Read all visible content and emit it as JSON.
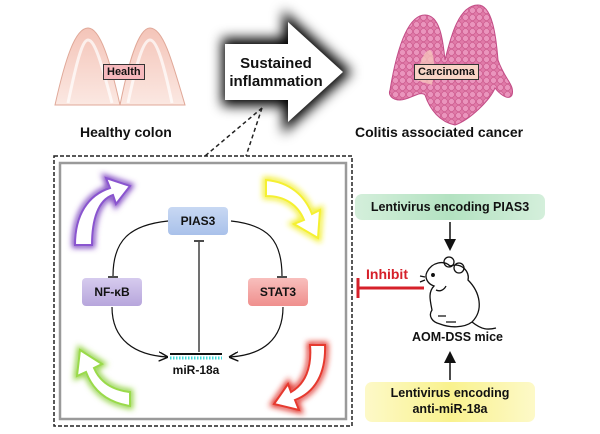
{
  "top": {
    "healthy": {
      "tag": "Health",
      "caption": "Healthy colon"
    },
    "arrow": {
      "line1": "Sustained",
      "line2": "inflammation"
    },
    "cancer": {
      "tag": "Carcinoma",
      "caption": "Colitis associated cancer"
    }
  },
  "loop": {
    "nodes": {
      "pias3": "PIAS3",
      "nfkb": "NF-κB",
      "stat3": "STAT3",
      "mir": "miR-18a"
    },
    "arrow_colors": {
      "top_left": "#7b3fc0",
      "top_right": "#f2ee1a",
      "bottom_left": "#90d23a",
      "bottom_right": "#e0281e"
    }
  },
  "experiment": {
    "box_top": "Lentivirus encoding PIAS3",
    "inhibit": "Inhibit",
    "mice_label": "AOM-DSS mice",
    "box_bottom_line1": "Lentivirus encoding",
    "box_bottom_line2": "anti-miR-18a"
  },
  "colors": {
    "pias3_fill": "#b9cdef",
    "nfkb_fill": "#c9bbe6",
    "stat3_fill": "#f4a6a4",
    "green_box": "#bfe7c9",
    "yellow_box": "#fbf6a6",
    "inhibit": "#d6202a"
  }
}
